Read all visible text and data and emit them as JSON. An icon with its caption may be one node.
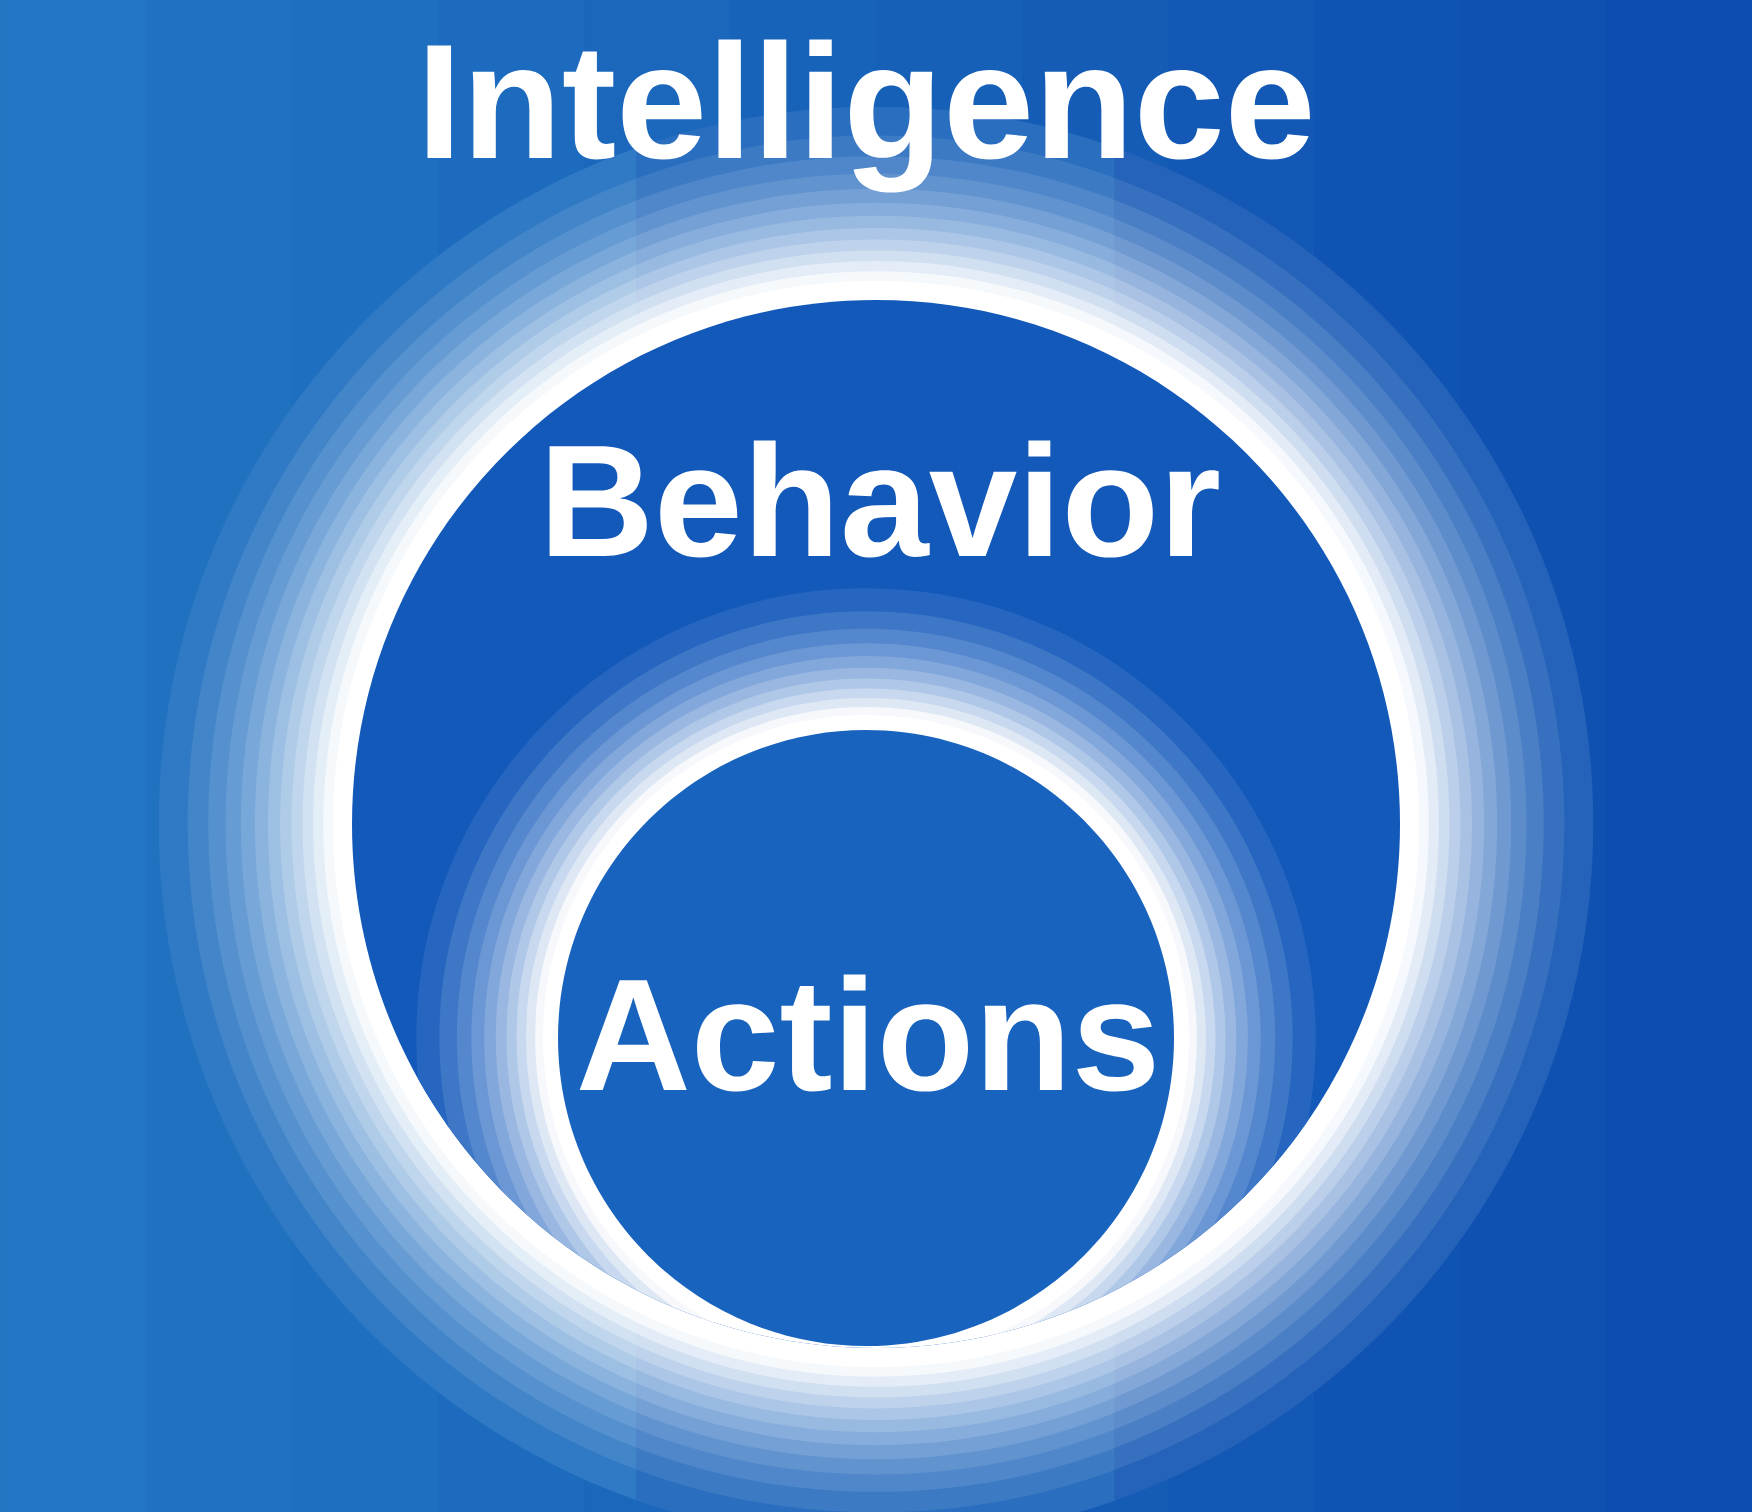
{
  "diagram": {
    "nodes": [
      {
        "text": [
          "Intelligence"
        ]
      },
      {
        "text": [
          "Behavior"
        ],
        "in": 0
      },
      {
        "text": [
          "Actions"
        ],
        "in": 1
      }
    ]
  }
}
